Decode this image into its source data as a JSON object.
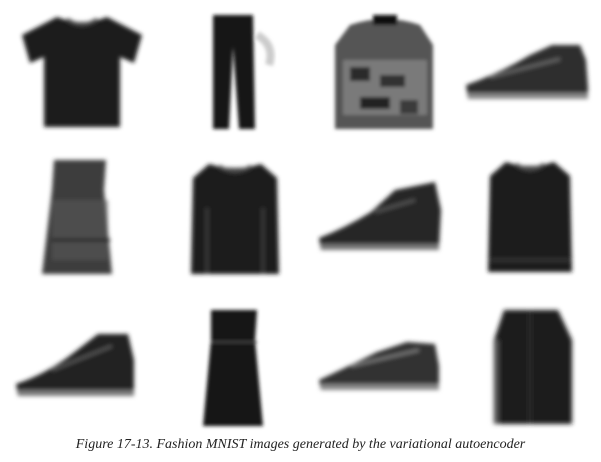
{
  "figure": {
    "caption": "Figure 17-13. Fashion MNIST images generated by the variational autoencoder",
    "items": [
      {
        "icon": "tshirt"
      },
      {
        "icon": "trousers"
      },
      {
        "icon": "shirt-patterned"
      },
      {
        "icon": "sneaker"
      },
      {
        "icon": "dress"
      },
      {
        "icon": "pullover"
      },
      {
        "icon": "ankle-boot"
      },
      {
        "icon": "pullover"
      },
      {
        "icon": "sneaker"
      },
      {
        "icon": "dress"
      },
      {
        "icon": "sneaker"
      },
      {
        "icon": "coat"
      }
    ]
  }
}
